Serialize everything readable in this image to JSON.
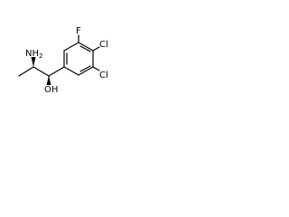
{
  "molecule": {
    "atoms": {
      "amine": "NH",
      "amine_sub": "2",
      "hydroxyl": "OH",
      "fluorine": "F",
      "chlorine_para": "Cl",
      "chlorine_meta": "Cl"
    }
  }
}
